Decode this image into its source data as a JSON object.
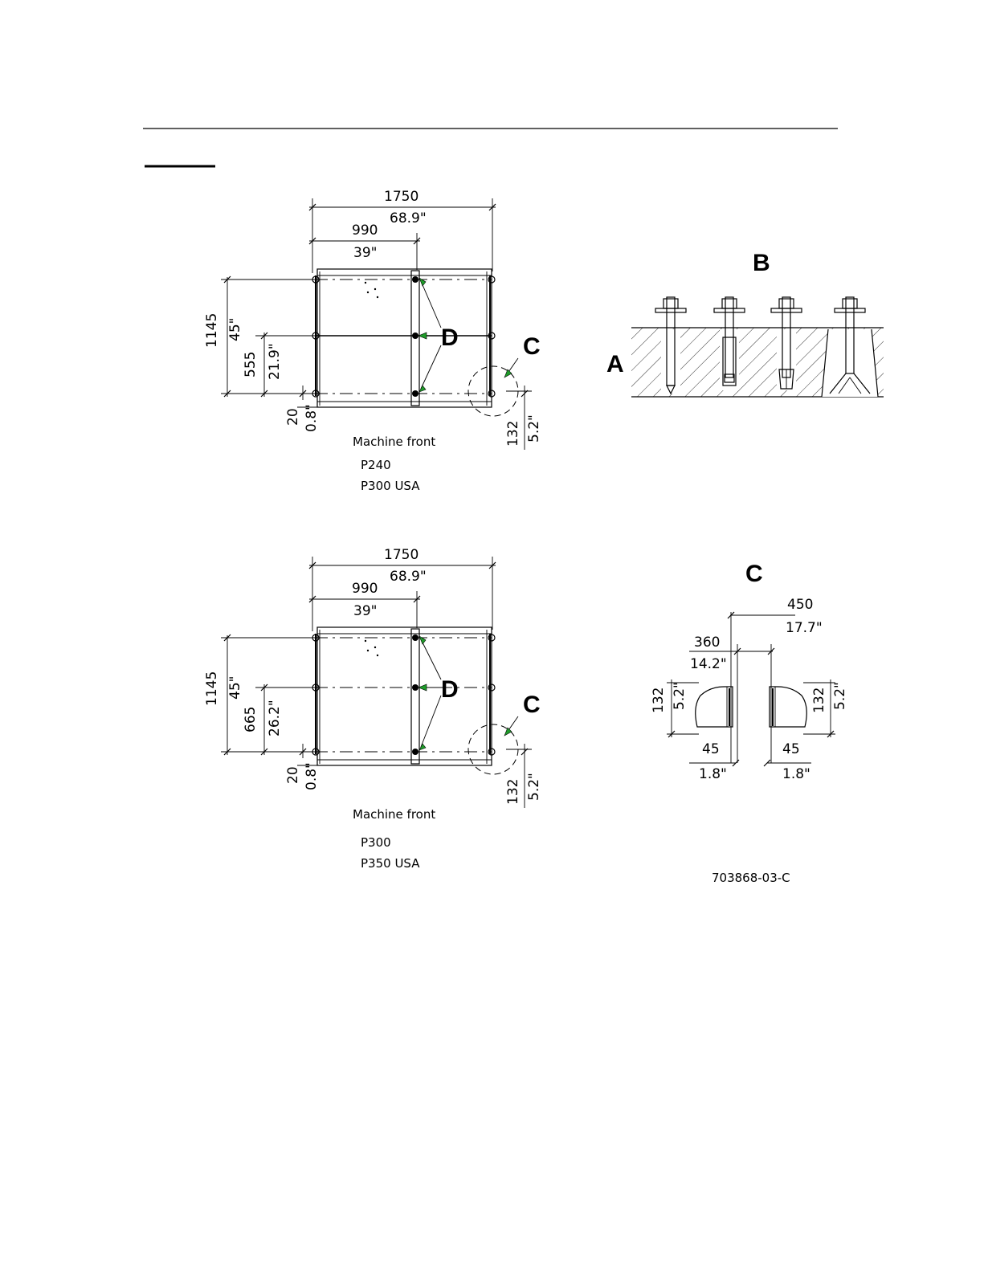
{
  "plan1": {
    "overall_width_mm": "1750",
    "overall_width_in": "68.9\"",
    "center_offset_mm": "990",
    "center_offset_in": "39\"",
    "depth_mm": "1145",
    "depth_in": "45\"",
    "mid_mm": "555",
    "mid_in": "21.9\"",
    "front_mm": "20",
    "front_in": "0.8\"",
    "corner_mm": "132",
    "corner_in": "5.2\"",
    "front_label": "Machine front",
    "model_1": "P240",
    "model_2": "P300 USA",
    "callout_d": "D",
    "callout_c": "C"
  },
  "plan2": {
    "overall_width_mm": "1750",
    "overall_width_in": "68.9\"",
    "center_offset_mm": "990",
    "center_offset_in": "39\"",
    "depth_mm": "1145",
    "depth_in": "45\"",
    "mid_mm": "665",
    "mid_in": "26.2\"",
    "front_mm": "20",
    "front_in": "0.8\"",
    "corner_mm": "132",
    "corner_in": "5.2\"",
    "front_label": "Machine front",
    "model_1": "P300",
    "model_2": "P350 USA",
    "callout_d": "D",
    "callout_c": "C"
  },
  "anchors": {
    "title_b": "B",
    "label_a": "A"
  },
  "detail_c": {
    "title": "C",
    "outer_mm": "450",
    "outer_in": "17.7\"",
    "inner_mm": "360",
    "inner_in": "14.2\"",
    "height_left_mm": "132",
    "height_left_in": "5.2\"",
    "height_right_mm": "132",
    "height_right_in": "5.2\"",
    "offset_left_mm": "45",
    "offset_left_in": "1.8\"",
    "offset_right_mm": "45",
    "offset_right_in": "1.8\"",
    "drawing_number": "703868-03-C"
  },
  "colors": {
    "arrow_fill": "#1f9c2a",
    "ink": "#000000"
  }
}
